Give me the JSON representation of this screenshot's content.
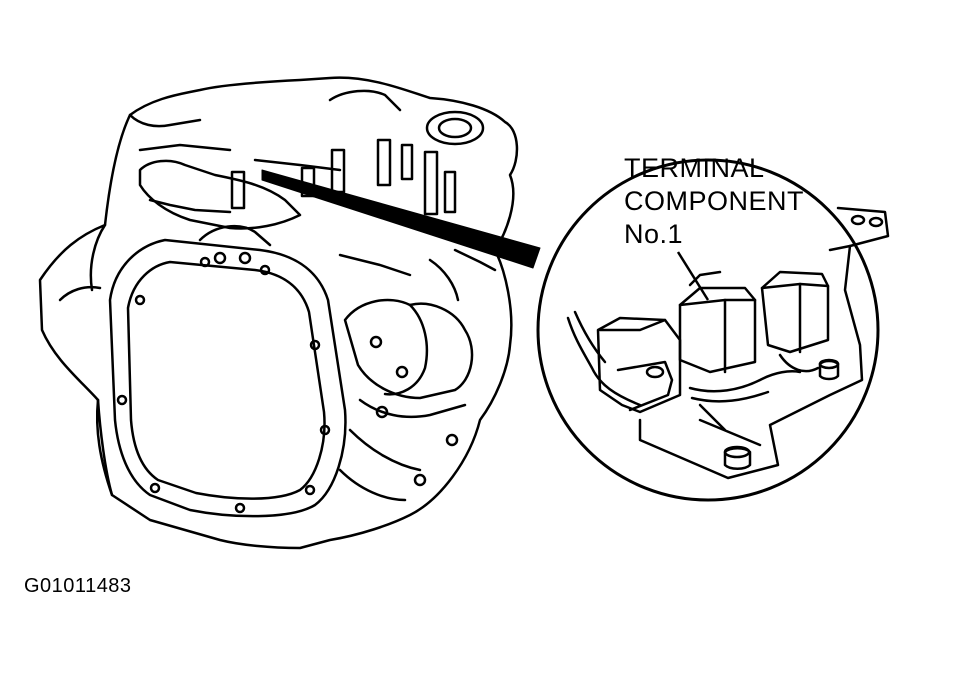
{
  "callout": {
    "lines": [
      "TERMINAL",
      "COMPONENT",
      "No.1"
    ]
  },
  "figure_code": "G01011483",
  "colors": {
    "ink": "#000000",
    "paper": "#ffffff"
  }
}
